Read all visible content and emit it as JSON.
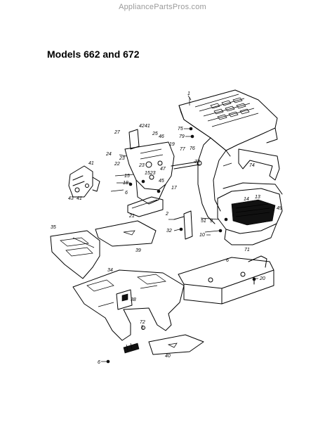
{
  "watermark": "AppliancePartsPros.com",
  "title": "Models 662 and 672",
  "callouts": {
    "c1": "1",
    "c75": "75",
    "c79": "79",
    "c27": "27",
    "c42": "42",
    "c41a": "41",
    "c25": "25",
    "c46": "46",
    "c24": "24",
    "c19": "19",
    "c77": "77",
    "c76": "76",
    "c23a": "23",
    "c22": "22",
    "c23b": "23",
    "c47": "47",
    "c73": "73",
    "c74": "74",
    "c41b": "41",
    "c15": "15",
    "c18": "18",
    "c1523": "1523",
    "c45": "45",
    "c17": "17",
    "c43": "43",
    "c41c": "41",
    "c6a": "6",
    "c14": "14",
    "c13": "13",
    "c49": "49",
    "c2": "2",
    "c21": "21",
    "c51": "51",
    "c9": "9",
    "c35": "35",
    "c32": "32",
    "c10": "10",
    "c71": "71",
    "c39": "39",
    "c6b": "6",
    "c34": "34",
    "c20": "20",
    "c38": "38",
    "c72": "72",
    "c6c": "6",
    "c40": "40"
  }
}
